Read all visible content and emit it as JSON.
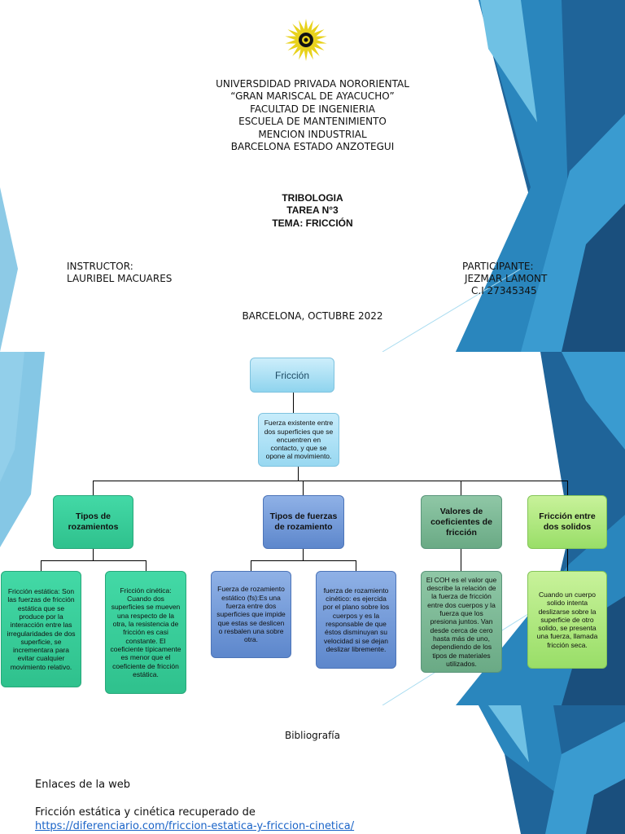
{
  "slide1": {
    "header_lines": [
      "UNIVERSDIDAD PRIVADA NORORIENTAL",
      "“GRAN MARISCAL DE AYACUCHO”",
      "FACULTAD DE INGENIERIA",
      "ESCUELA DE MANTENIMIENTO",
      "MENCION INDUSTRIAL",
      "BARCELONA ESTADO ANZOTEGUI"
    ],
    "subject": "TRIBOLOGIA",
    "task": "TAREA N°3",
    "topic": "TEMA: FRICCIÓN",
    "instructor_label": "INSTRUCTOR:",
    "instructor_name": "LAURIBEL MACUARES",
    "participant_label": "PARTICIPANTE:",
    "participant_name": "JEZMAR LAMONT",
    "participant_id": "C.I 27345345",
    "place_date": "BARCELONA, OCTUBRE 2022"
  },
  "concept_map": {
    "root": "Fricción",
    "definition": "Fuerza existente entre dos superficies que se encuentren en contacto, y que se opone al movimiento.",
    "branches": [
      {
        "title": "Tipos de rozamientos",
        "children": [
          "Fricción estática: Son las fuerzas de fricción estática que se produce por la interacción entre las irregularidades de dos superficie, se incrementara para evitar cualquier movimiento relativo.",
          "Fricción cinética: Cuando dos superficies se mueven una respecto de la otra, la resistencia de fricción es casi constante. El coeficiente típicamente es menor que el coeficiente de fricción estática."
        ]
      },
      {
        "title": "Tipos de fuerzas de rozamiento",
        "children": [
          "Fuerza de rozamiento estático (fs):Es una fuerza entre dos superficies que impide que estas se deslicen o resbalen una sobre otra.",
          "fuerza de rozamiento cinético: es ejercida por el plano sobre los cuerpos y es la responsable de que éstos disminuyan su velocidad si se dejan deslizar libremente."
        ]
      },
      {
        "title": "Valores de coeficientes de fricción",
        "children": [
          "El COH es el valor que describe la relación de la fuerza de fricción entre dos cuerpos y la fuerza que los presiona juntos. Van desde cerca de cero hasta más de uno, dependiendo de los tipos de materiales utilizados."
        ]
      },
      {
        "title": "Fricción entre dos solidos",
        "children": [
          "Cuando un cuerpo solido intenta deslizarse sobre la superficie de otro solido, se presenta una fuerza, llamada fricción seca."
        ]
      }
    ]
  },
  "bibliography": {
    "title": "Bibliografía",
    "web_heading": "Enlaces de la web",
    "entry_text": "Fricción estática y cinética recuperado de",
    "entry_link": "https://diferenciario.com/friccion-estatica-y-friccion-cinetica/"
  },
  "colors": {
    "deco_dark": "#1d5f8f",
    "deco_mid": "#2a86bd",
    "deco_light": "#5cb4dc",
    "box_green": "#2fc18d",
    "box_blue": "#5d87cc",
    "box_sage": "#6aaa85",
    "box_lime": "#99de68",
    "link": "#1a64c8"
  },
  "logo": "sunburst-logo"
}
